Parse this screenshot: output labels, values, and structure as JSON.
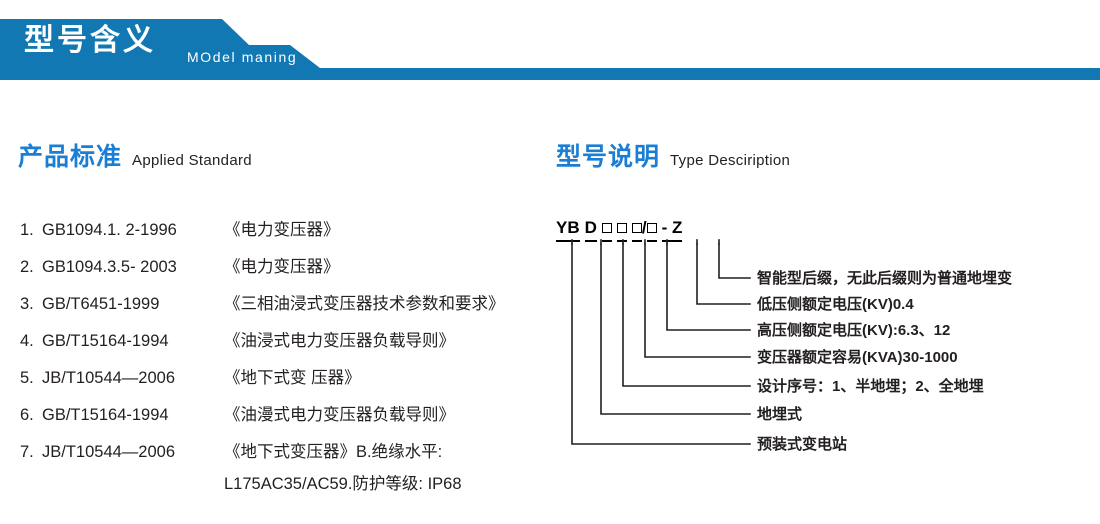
{
  "banner": {
    "title": "型号含义",
    "subtitle": "MOdel maning",
    "color": "#1278b4"
  },
  "sections": {
    "standard": {
      "cn": "产品标准",
      "en": "Applied Standard",
      "accent": "#1a7fd4"
    },
    "type": {
      "cn": "型号说明",
      "en": "Type Desciription",
      "accent": "#1a7fd4"
    }
  },
  "standards": {
    "items": [
      {
        "num": "1.",
        "code": "GB1094.1. 2-1996",
        "name": "《电力变压器》"
      },
      {
        "num": "2.",
        "code": "GB1094.3.5- 2003",
        "name": "《电力变压器》"
      },
      {
        "num": "3.",
        "code": "GB/T6451-1999",
        "name": "《三相油浸式变压器技术参数和要求》"
      },
      {
        "num": "4.",
        "code": "GB/T15164-1994",
        "name": "《油浸式电力变压器负载导则》"
      },
      {
        "num": "5.",
        "code": "JB/T10544—2006",
        "name": "《地下式变 压器》"
      },
      {
        "num": "6.",
        "code": "GB/T15164-1994",
        "name": "《油漫式电力变压器负载导则》"
      },
      {
        "num": "7.",
        "code": "JB/T10544—2006",
        "name": "《地下式变压器》B.绝缘水平:"
      }
    ],
    "continuation": "L175AC35/AC59.防护等级: IP68"
  },
  "type_code": {
    "segments": [
      {
        "kind": "text",
        "text": "YB"
      },
      {
        "kind": "text",
        "text": "D"
      },
      {
        "kind": "box"
      },
      {
        "kind": "box"
      },
      {
        "kind": "box"
      },
      {
        "kind": "slash",
        "text": "/"
      },
      {
        "kind": "box"
      },
      {
        "kind": "text",
        "text": "- Z"
      }
    ],
    "labels": [
      "智能型后缀，无此后缀则为普通地埋变",
      "低压侧额定电压(KV)0.4",
      "高压侧额定电压(KV):6.3、12",
      "变压器额定容易(KVA)30-1000",
      "设计序号：1、半地埋；2、全地埋",
      "地埋式",
      "预装式变电站"
    ]
  }
}
